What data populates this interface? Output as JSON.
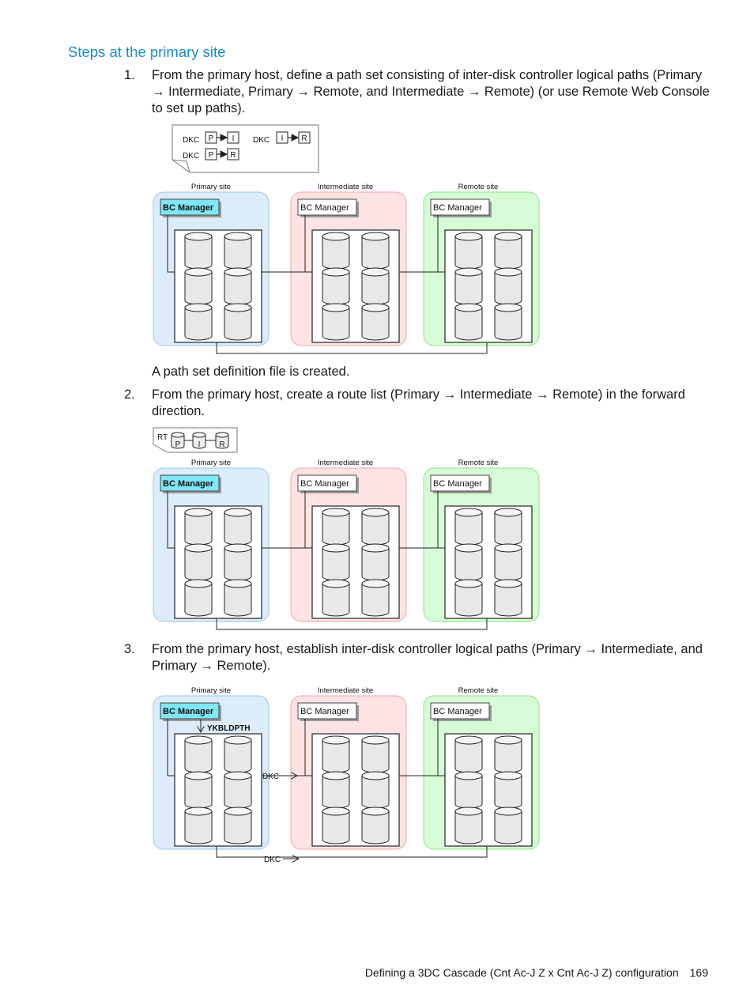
{
  "heading": "Steps at the primary site",
  "steps": [
    {
      "num": "1.",
      "text": "From the primary host, define a path set consisting of inter-disk controller logical paths (Primary → Intermediate, Primary → Remote, and Intermediate → Remote) (or use Remote Web Console to set up paths)."
    },
    {
      "num": "2.",
      "text": "From the primary host, create a route list (Primary → Intermediate → Remote) in the forward direction."
    },
    {
      "num": "3.",
      "text": "From the primary host, establish inter-disk controller logical paths (Primary → Intermediate, and Primary → Remote)."
    }
  ],
  "note1": "A path set definition file is created.",
  "diagram": {
    "site_labels": [
      "Primary site",
      "Intermediate site",
      "Remote site"
    ],
    "bc_manager": "BC Manager",
    "dkc": "DKC",
    "rt": "RT",
    "p": "P",
    "i": "I",
    "r": "R",
    "command": "YKBLDPTH",
    "colors": {
      "primary": "#dcecfb",
      "intermediate": "#fde3e3",
      "remote": "#d6fcd6",
      "bc_highlight": "#7fe6f6"
    }
  },
  "footer": {
    "title": "Defining a 3DC Cascade (Cnt Ac-J Z x Cnt Ac-J Z) configuration",
    "page": "169"
  }
}
